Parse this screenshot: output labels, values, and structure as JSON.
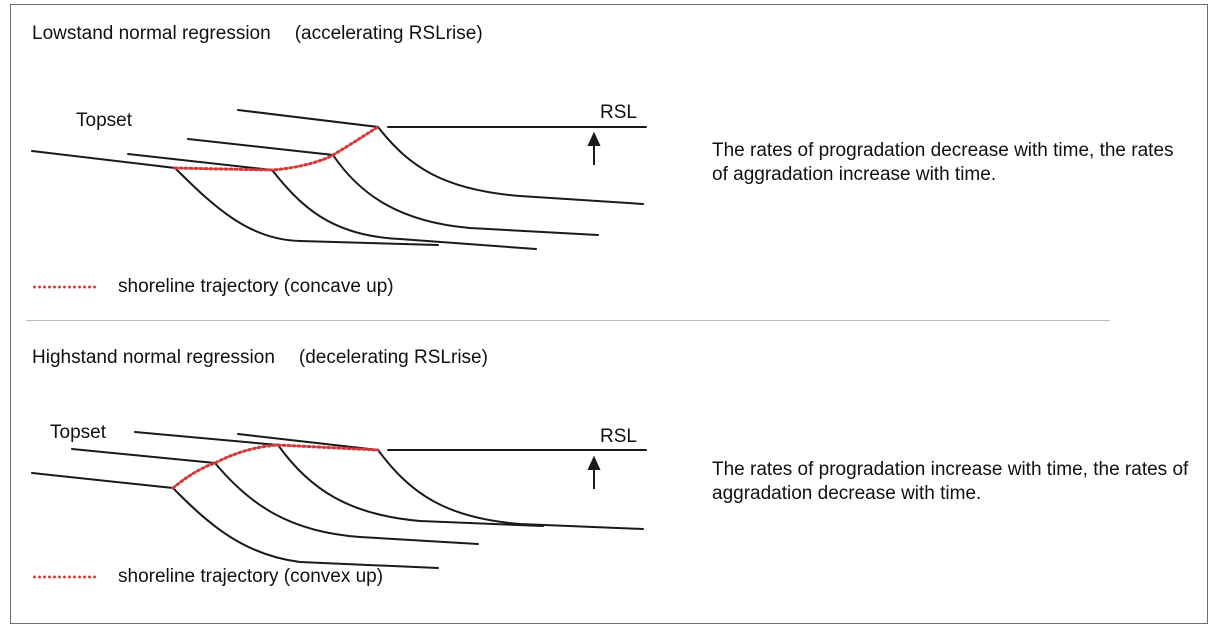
{
  "panels": {
    "lowstand": {
      "title": "Lowstand normal regression",
      "subtitle": "(accelerating RSLrise)",
      "topset_label": "Topset",
      "rsl_label": "RSL",
      "description": "The rates of progradation decrease with time, the rates of aggradation increase with time.",
      "legend_label": "shoreline trajectory (concave up)"
    },
    "highstand": {
      "title": "Highstand normal regression",
      "subtitle": "(decelerating RSLrise)",
      "topset_label": "Topset",
      "rsl_label": "RSL",
      "description": "The rates of progradation increase with time, the rates of aggradation decrease with time.",
      "legend_label": "shoreline trajectory (convex up)"
    }
  },
  "colors": {
    "strata": "#1a1a1a",
    "trajectory": "#d43a3a",
    "divider": "#bdbdbd",
    "frame": "#6e6e6e"
  }
}
